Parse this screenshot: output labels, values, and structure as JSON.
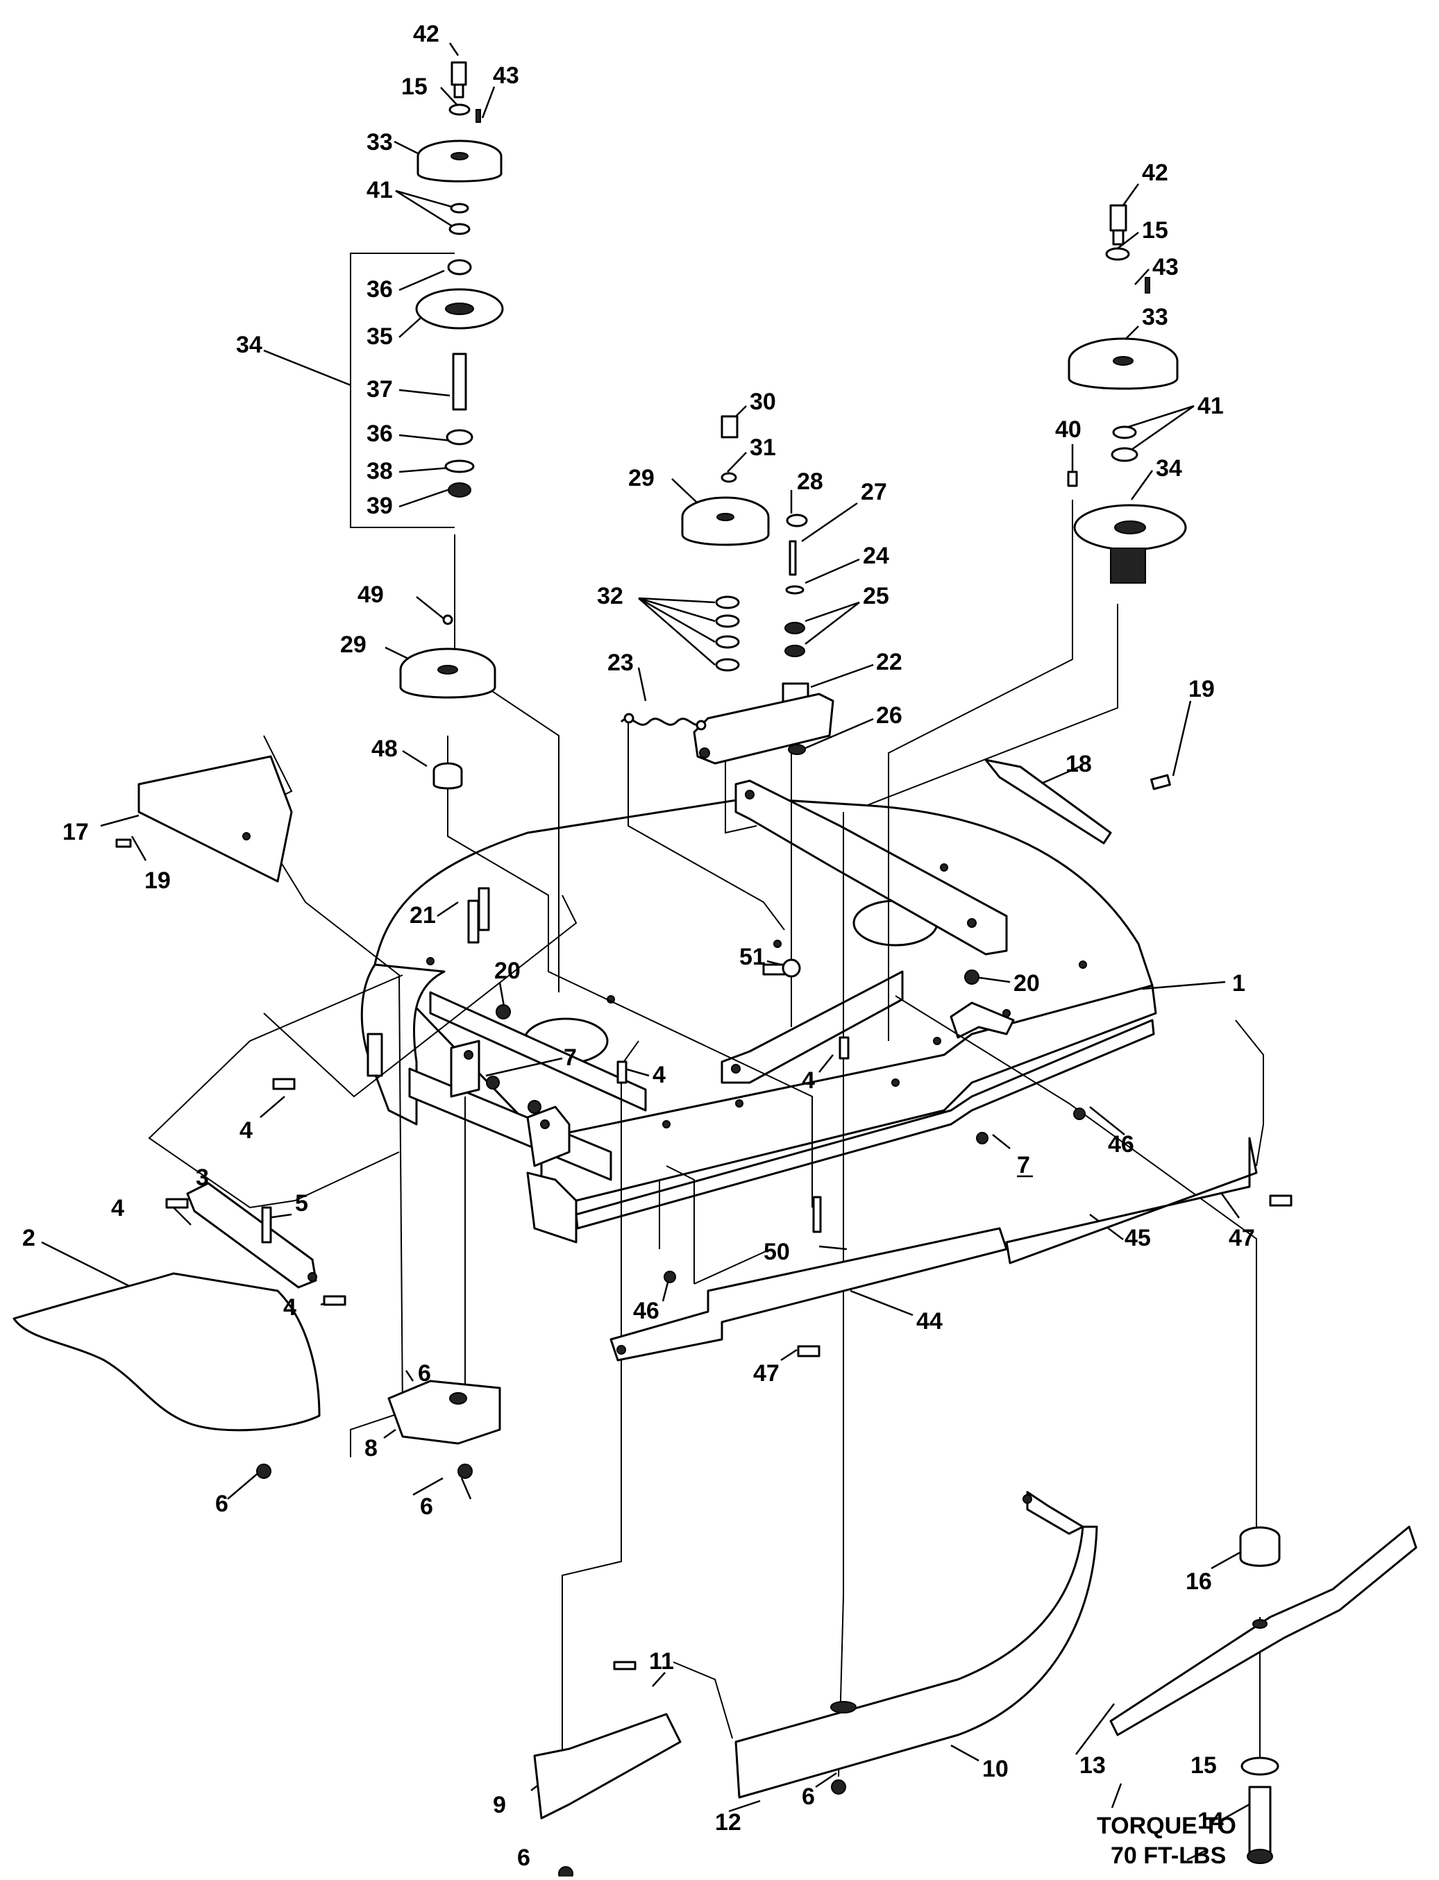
{
  "callouts": [
    {
      "id": "c42a",
      "text": "42"
    },
    {
      "id": "c15a",
      "text": "15"
    },
    {
      "id": "c43a",
      "text": "43"
    },
    {
      "id": "c33a",
      "text": "33"
    },
    {
      "id": "c41a",
      "text": "41"
    },
    {
      "id": "c36a",
      "text": "36"
    },
    {
      "id": "c35",
      "text": "35"
    },
    {
      "id": "c34a",
      "text": "34"
    },
    {
      "id": "c37",
      "text": "37"
    },
    {
      "id": "c36b",
      "text": "36"
    },
    {
      "id": "c38",
      "text": "38"
    },
    {
      "id": "c39",
      "text": "39"
    },
    {
      "id": "c42b",
      "text": "42"
    },
    {
      "id": "c15b",
      "text": "15"
    },
    {
      "id": "c43b",
      "text": "43"
    },
    {
      "id": "c33b",
      "text": "33"
    },
    {
      "id": "c41b",
      "text": "41"
    },
    {
      "id": "c40",
      "text": "40"
    },
    {
      "id": "c34b",
      "text": "34"
    },
    {
      "id": "c30",
      "text": "30"
    },
    {
      "id": "c31",
      "text": "31"
    },
    {
      "id": "c29a",
      "text": "29"
    },
    {
      "id": "c28",
      "text": "28"
    },
    {
      "id": "c27",
      "text": "27"
    },
    {
      "id": "c24",
      "text": "24"
    },
    {
      "id": "c25",
      "text": "25"
    },
    {
      "id": "c32",
      "text": "32"
    },
    {
      "id": "c49",
      "text": "49"
    },
    {
      "id": "c29b",
      "text": "29"
    },
    {
      "id": "c23",
      "text": "23"
    },
    {
      "id": "c22",
      "text": "22"
    },
    {
      "id": "c26",
      "text": "26"
    },
    {
      "id": "c48",
      "text": "48"
    },
    {
      "id": "c19a",
      "text": "19"
    },
    {
      "id": "c18",
      "text": "18"
    },
    {
      "id": "c17",
      "text": "17"
    },
    {
      "id": "c19b",
      "text": "19"
    },
    {
      "id": "c21",
      "text": "21"
    },
    {
      "id": "c20a",
      "text": "20"
    },
    {
      "id": "c51",
      "text": "51"
    },
    {
      "id": "c20b",
      "text": "20"
    },
    {
      "id": "c1",
      "text": "1"
    },
    {
      "id": "c7a",
      "text": "7"
    },
    {
      "id": "c4a",
      "text": "4"
    },
    {
      "id": "c4b",
      "text": "4"
    },
    {
      "id": "c4c",
      "text": "4"
    },
    {
      "id": "c46a",
      "text": "46"
    },
    {
      "id": "c7b",
      "text": "7"
    },
    {
      "id": "c3",
      "text": "3"
    },
    {
      "id": "c4d",
      "text": "4"
    },
    {
      "id": "c5",
      "text": "5"
    },
    {
      "id": "c50",
      "text": "50"
    },
    {
      "id": "c47a",
      "text": "47"
    },
    {
      "id": "c45",
      "text": "45"
    },
    {
      "id": "c2",
      "text": "2"
    },
    {
      "id": "c4e",
      "text": "4"
    },
    {
      "id": "c46b",
      "text": "46"
    },
    {
      "id": "c44",
      "text": "44"
    },
    {
      "id": "c47b",
      "text": "47"
    },
    {
      "id": "c6a",
      "text": "6"
    },
    {
      "id": "c8",
      "text": "8"
    },
    {
      "id": "c6b",
      "text": "6"
    },
    {
      "id": "c6c",
      "text": "6"
    },
    {
      "id": "c16",
      "text": "16"
    },
    {
      "id": "c11",
      "text": "11"
    },
    {
      "id": "c13",
      "text": "13"
    },
    {
      "id": "c15c",
      "text": "15"
    },
    {
      "id": "c10",
      "text": "10"
    },
    {
      "id": "c14",
      "text": "14"
    },
    {
      "id": "c9",
      "text": "9"
    },
    {
      "id": "c12",
      "text": "12"
    },
    {
      "id": "c6d",
      "text": "6"
    },
    {
      "id": "c6e",
      "text": "6"
    }
  ],
  "note": {
    "line1": "TORQUE TO",
    "line2": "70 FT-LBS"
  }
}
